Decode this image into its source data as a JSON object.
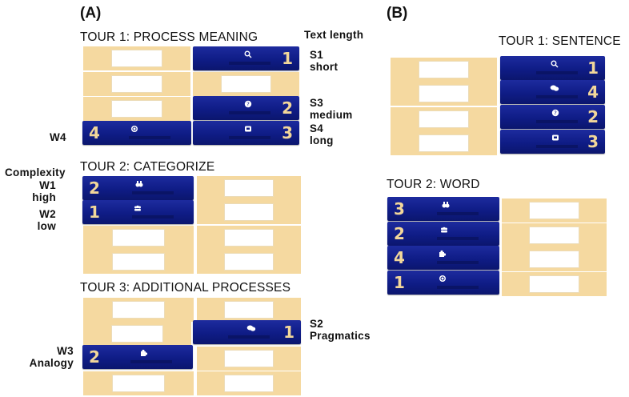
{
  "panel_a_label": "(A)",
  "panel_b_label": "(B)",
  "text_length_heading": "Text length",
  "complexity_heading": "Complexity",
  "tours_a": [
    {
      "title": "TOUR 1: PROCESS MEANING"
    },
    {
      "title": "TOUR 2: CATEGORIZE"
    },
    {
      "title": "TOUR 3: ADDITIONAL PROCESSES"
    }
  ],
  "tours_b": [
    {
      "title": "TOUR 1: SENTENCE"
    },
    {
      "title": "TOUR 2: WORD"
    }
  ],
  "labels": {
    "s1": "S1",
    "s1_sub": "short",
    "s3": "S3",
    "s3_sub": "medium",
    "s4": "S4",
    "s4_sub": "long",
    "w4": "W4",
    "w1": "W1",
    "w1_sub": "high",
    "w2": "W2",
    "w2_sub": "low",
    "s2": "S2",
    "s2_sub": "Pragmatics",
    "w3": "W3",
    "w3_sub": "Analogy"
  },
  "card_numbers": {
    "a_t1_r1_right": "1",
    "a_t1_r3_right": "2",
    "a_t1_r4_left": "4",
    "a_t1_r4_right": "3",
    "a_t2_r1_left": "2",
    "a_t2_r2_left": "1",
    "a_t3_r2_right": "1",
    "a_t3_r3_left": "2",
    "b_t1_r1": "1",
    "b_t1_r2": "4",
    "b_t1_r3": "2",
    "b_t1_r4": "3",
    "b_t2_r1": "3",
    "b_t2_r2": "2",
    "b_t2_r3": "4",
    "b_t2_r4": "1"
  },
  "colors": {
    "card_blue": "#0f1c86",
    "card_empty": "#f5d9a0",
    "number": "#f2d79a"
  },
  "icons": [
    "search-icon",
    "question-icon",
    "message-icon",
    "chat-bubbles-icon",
    "binoculars-icon",
    "people-icon",
    "puzzle-icon",
    "swirl-icon"
  ]
}
